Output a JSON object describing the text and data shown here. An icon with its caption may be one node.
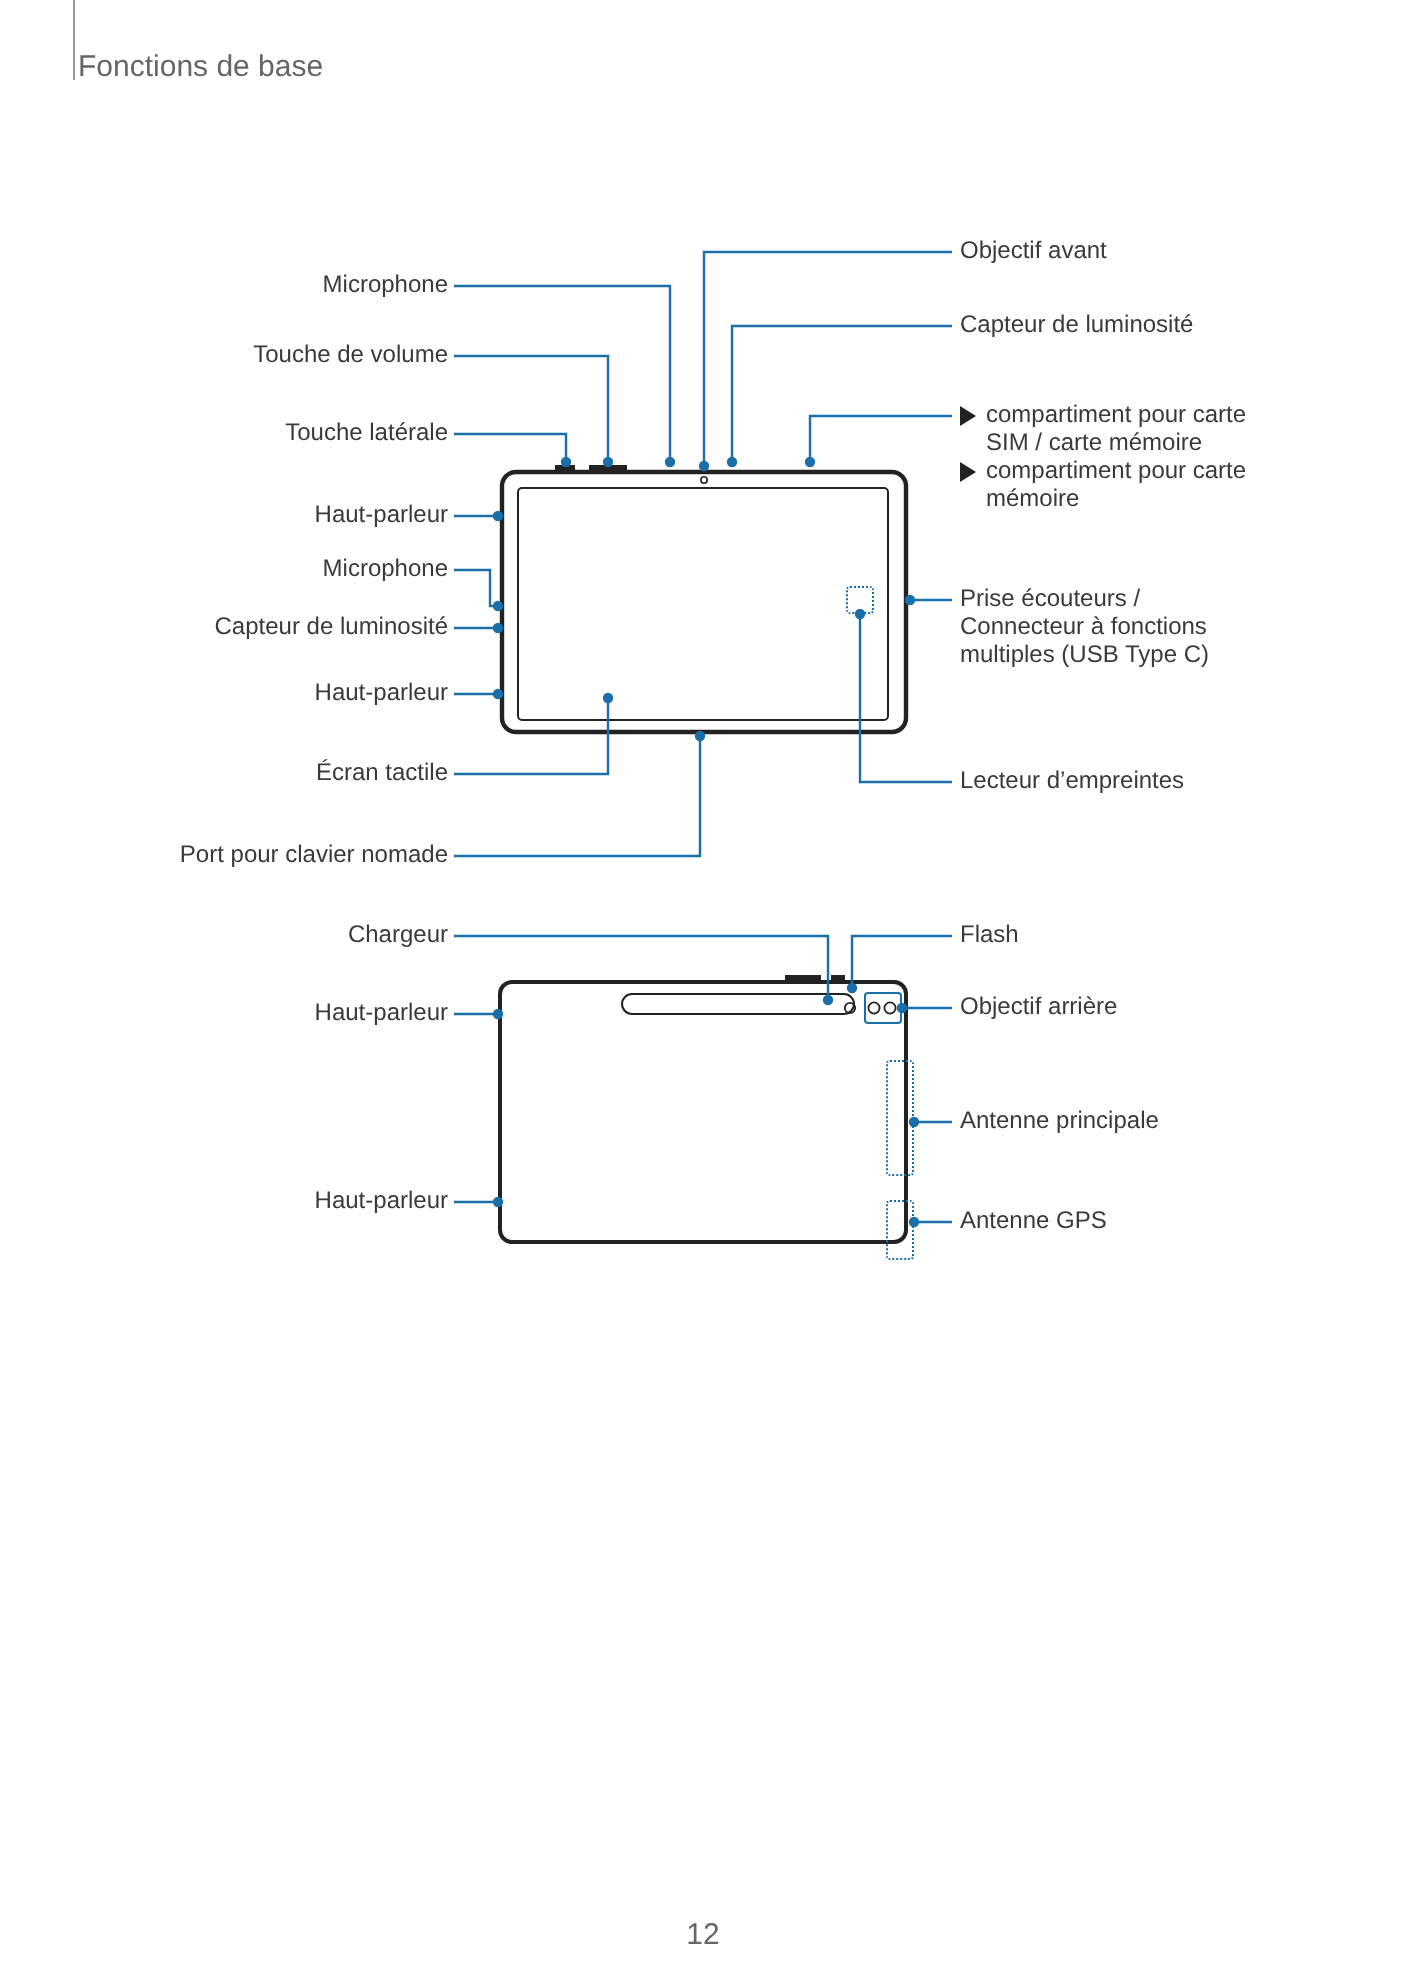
{
  "diagram": {
    "nodes": [
      {
        "text": [],
        "shape": "picture"
      },
      {
        "text": [],
        "shape": "box",
        "in": 0
      },
      {
        "text": [],
        "shape": "picture"
      },
      {
        "text": [],
        "shape": "box",
        "in": 2
      },
      {
        "text": [],
        "shape": "box"
      },
      {
        "text": [],
        "shape": "box"
      },
      {
        "text": [
          "Microphone"
        ]
      },
      {
        "text": [
          "Touche de volume"
        ]
      },
      {
        "text": [
          "Touche latérale"
        ]
      },
      {
        "text": [
          "Haut-parleur"
        ]
      },
      {
        "text": [
          "Microphone"
        ]
      },
      {
        "text": [
          "Capteur de luminosité"
        ]
      },
      {
        "text": [
          "Haut-parleur"
        ]
      },
      {
        "text": [
          "Écran tactile"
        ]
      },
      {
        "text": [
          "Port pour clavier nomade"
        ]
      },
      {
        "text": [
          "Objectif avant"
        ]
      },
      {
        "text": [
          "Capteur de luminosité"
        ]
      },
      {
        "text": [
          "compartiment pour carte SIM / carte mémoire",
          "compartiment pour carte mémoire"
        ]
      },
      {
        "text": [
          "Prise écouteurs / Connecteur à fonctions multiples (USB Type C)"
        ]
      },
      {
        "text": [
          "Lecteur d’empreintes"
        ]
      },
      {
        "text": [
          "Chargeur"
        ]
      },
      {
        "text": [
          "Haut-parleur"
        ]
      },
      {
        "text": [
          "Haut-parleur"
        ]
      },
      {
        "text": [
          "Flash"
        ]
      },
      {
        "text": [
          "Objectif arrière"
        ]
      },
      {
        "text": [
          "Antenne principale"
        ]
      },
      {
        "text": [
          "Antenne GPS"
        ]
      }
    ],
    "edges": [
      {
        "from": 6,
        "to": 0,
        "arrow": "other"
      },
      {
        "from": 7,
        "to": 0,
        "arrow": "other"
      },
      {
        "from": 8,
        "to": 0,
        "arrow": "other"
      },
      {
        "from": 9,
        "to": 0,
        "arrow": "other"
      },
      {
        "from": 10,
        "to": 0,
        "arrow": "other"
      },
      {
        "from": 11,
        "to": 0,
        "arrow": "other"
      },
      {
        "from": 12,
        "to": 0,
        "arrow": "other"
      },
      {
        "from": 13,
        "to": 0,
        "arrow": "other"
      },
      {
        "from": 14,
        "to": 0,
        "arrow": "other"
      },
      {
        "from": 15,
        "to": 0,
        "arrow": "other"
      },
      {
        "from": 16,
        "to": 0,
        "arrow": "other"
      },
      {
        "from": 17,
        "to": 0,
        "arrow": "other"
      },
      {
        "from": 18,
        "to": 0,
        "arrow": "other"
      },
      {
        "from": 19,
        "to": 1,
        "arrow": "other"
      },
      {
        "from": 20,
        "to": 2,
        "arrow": "other"
      },
      {
        "from": 21,
        "to": 2,
        "arrow": "other"
      },
      {
        "from": 22,
        "to": 2,
        "arrow": "other"
      },
      {
        "from": 23,
        "to": 2,
        "arrow": "other"
      },
      {
        "from": 24,
        "to": 3,
        "arrow": "other"
      },
      {
        "from": 25,
        "to": 4,
        "arrow": "other"
      },
      {
        "from": 26,
        "to": 5,
        "arrow": "other"
      }
    ],
    "labels": [
      "Fonctions de base",
      "12"
    ]
  }
}
